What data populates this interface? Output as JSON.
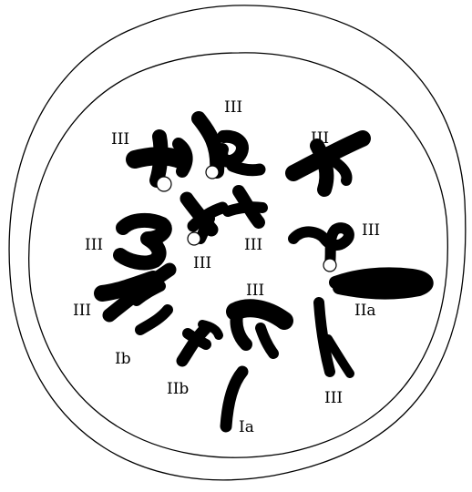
{
  "diagram": {
    "colors": {
      "ink": "#000000",
      "paper": "#ffffff"
    },
    "labels": {
      "iii_top_left": "III",
      "iii_top_center": "III",
      "iii_top_right": "III",
      "iii_mid_left": "III",
      "iii_mid_center": "III",
      "iii_center_below": "III",
      "iii_right_loop": "III",
      "iii_lower_left": "III",
      "iii_lower_center": "III",
      "iii_bottom_right": "III",
      "ib": "Ib",
      "iib": "IIb",
      "iia": "IIa",
      "ia": "Ia"
    }
  }
}
